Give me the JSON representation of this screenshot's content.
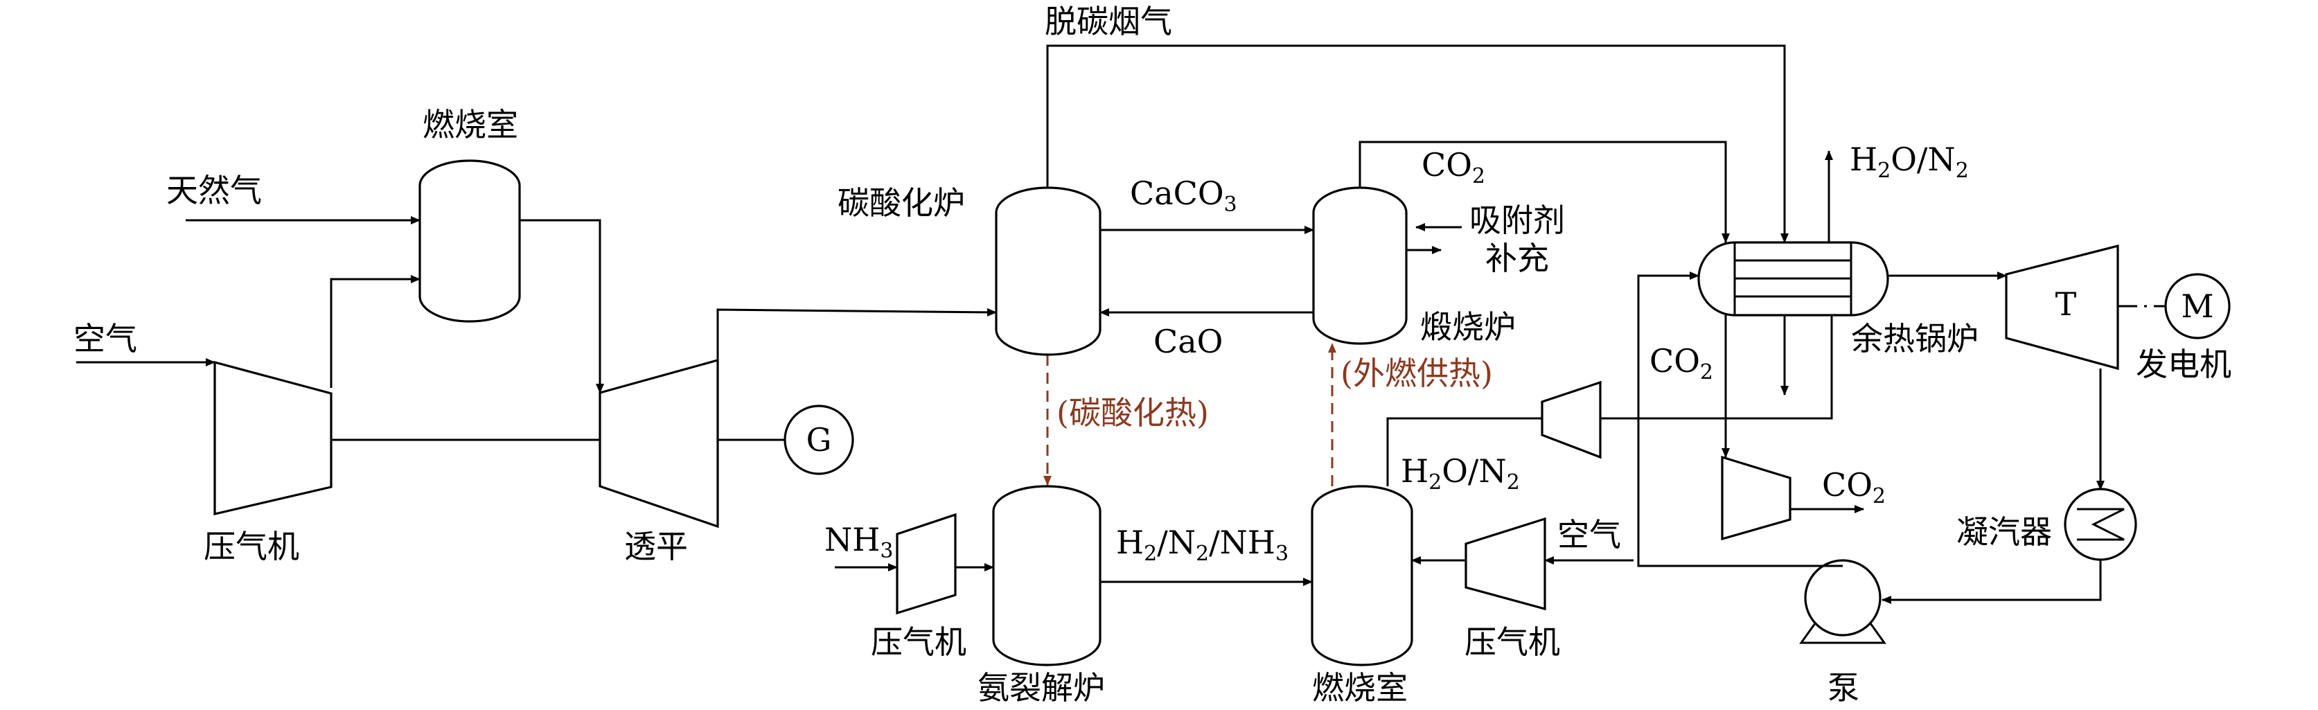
{
  "colors": {
    "line": "#000000",
    "heat_link": "#8B3A22",
    "background": "#ffffff"
  },
  "labels": {
    "combustor_top": "燃烧室",
    "natural_gas": "天然气",
    "air_left": "空气",
    "compressor_left": "压气机",
    "turbine": "透平",
    "generator_g": "G",
    "decarb_flue_gas": "脱碳烟气",
    "carbonator": "碳酸化炉",
    "caco3": "CaCO",
    "caco3_sub": "3",
    "cao": "CaO",
    "co2_top": "CO",
    "co2_top_sub": "2",
    "sorbent_1": "吸附剂",
    "sorbent_2": "补充",
    "calciner": "煅烧炉",
    "external_heat": "(外燃供热)",
    "carbonation_heat": "(碳酸化热)",
    "h2o_n2_top_a": "H",
    "h2o_n2_top_sub": "2",
    "h2o_n2_top_b": "O/N",
    "h2o_n2_top_sub2": "2",
    "hrsg": "余热锅炉",
    "steam_turbine_t": "T",
    "motor_m": "M",
    "generator_label": "发电机",
    "co2_mid": "CO",
    "co2_mid_sub": "2",
    "co2_out": "CO",
    "co2_out_sub": "2",
    "h2o_n2_mid_a": "H",
    "h2o_n2_mid_sub": "2",
    "h2o_n2_mid_b": "O/N",
    "h2o_n2_mid_sub2": "2",
    "nh3": "NH",
    "nh3_sub": "3",
    "compressor_nh3": "压气机",
    "cracker": "氨裂解炉",
    "h2n2nh3_a": "H",
    "h2n2nh3_s1": "2",
    "h2n2nh3_b": "/N",
    "h2n2nh3_s2": "2",
    "h2n2nh3_c": "/NH",
    "h2n2nh3_s3": "3",
    "combustor_bottom": "燃烧室",
    "air_right": "空气",
    "compressor_right": "压气机",
    "condenser": "凝汽器",
    "pump": "泵"
  }
}
